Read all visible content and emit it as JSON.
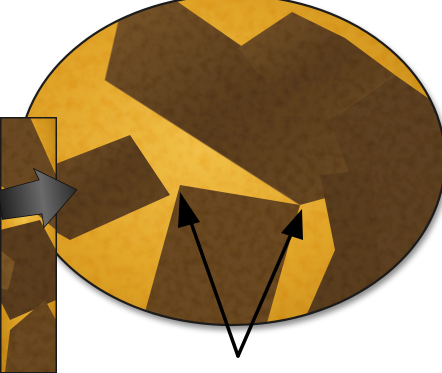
{
  "figure": {
    "kind": "micrograph-illustration",
    "palette": {
      "background": "#ffffff",
      "granular_surface": "#e0a428",
      "granular_highlight": "#f2c24a",
      "granular_shadow": "#b97f14",
      "dark_band": "#5a3d1e",
      "dark_band_light": "#7a5628",
      "outline": "#1a1a1a",
      "arrow": "#000000",
      "arrow_gray": "#4a4a4a"
    },
    "panels": [
      {
        "name": "inset-zoom-panel",
        "shape": "rectangle"
      },
      {
        "name": "main-oval-panel",
        "shape": "ellipse"
      }
    ],
    "pointers": [
      {
        "name": "zoom-arrow",
        "style": "gray-gradient"
      },
      {
        "name": "left-pointer-arrow",
        "style": "black-line"
      },
      {
        "name": "right-pointer-arrow",
        "style": "black-line"
      }
    ]
  }
}
